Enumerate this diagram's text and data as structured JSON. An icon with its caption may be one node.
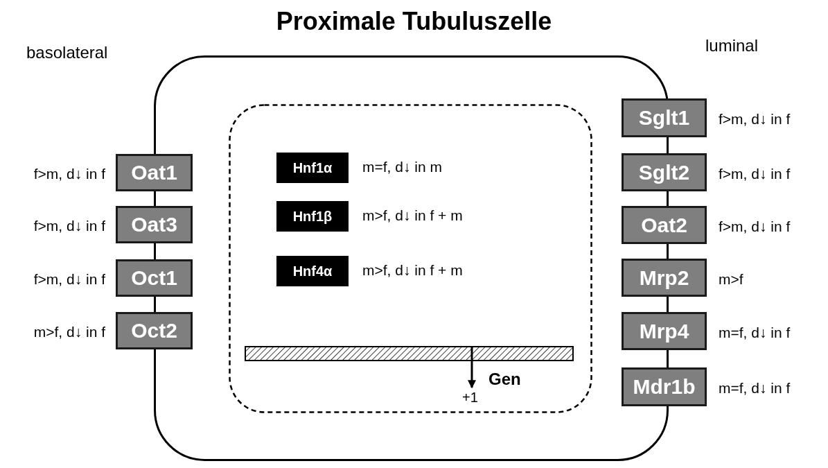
{
  "diagram": {
    "title": "Proximale Tubuluszelle",
    "nodes": [
      {
        "text": [],
        "shape": "box"
      },
      {
        "text": [],
        "shape": "box",
        "in": 0
      },
      {
        "text": [
          "Hnf1α"
        ],
        "in": 1,
        "beside": [
          "m=f, d↓ in m"
        ]
      },
      {
        "text": [
          "Hnf1β"
        ],
        "in": 1,
        "beside": [
          "m>f, d↓ in f + m"
        ]
      },
      {
        "text": [
          "Hnf4α"
        ],
        "in": 1,
        "beside": [
          "m>f, d↓ in f + m"
        ]
      },
      {
        "text": [],
        "shape": "bar",
        "in": 1
      },
      {
        "text": [
          "Oat1"
        ],
        "beside": [
          "f>m, d↓ in f"
        ]
      },
      {
        "text": [
          "Oat3"
        ],
        "beside": [
          "f>m, d↓ in f"
        ]
      },
      {
        "text": [
          "Oct1"
        ],
        "beside": [
          "f>m, d↓ in f"
        ]
      },
      {
        "text": [
          "Oct2"
        ],
        "beside": [
          "m>f, d↓ in f"
        ]
      },
      {
        "text": [
          "Sglt1"
        ],
        "beside": [
          "f>m, d↓ in f"
        ]
      },
      {
        "text": [
          "Sglt2"
        ],
        "beside": [
          "f>m, d↓ in f"
        ]
      },
      {
        "text": [
          "Oat2"
        ],
        "beside": [
          "f>m, d↓ in f"
        ]
      },
      {
        "text": [
          "Mrp2"
        ],
        "beside": [
          "m>f"
        ]
      },
      {
        "text": [
          "Mrp4"
        ],
        "beside": [
          "m=f, d↓ in f"
        ]
      },
      {
        "text": [
          "Mdr1b"
        ],
        "beside": [
          "m=f, d↓ in f"
        ]
      }
    ],
    "labels": [
      "basolateral",
      "luminal",
      "Gen",
      "+1"
    ]
  }
}
